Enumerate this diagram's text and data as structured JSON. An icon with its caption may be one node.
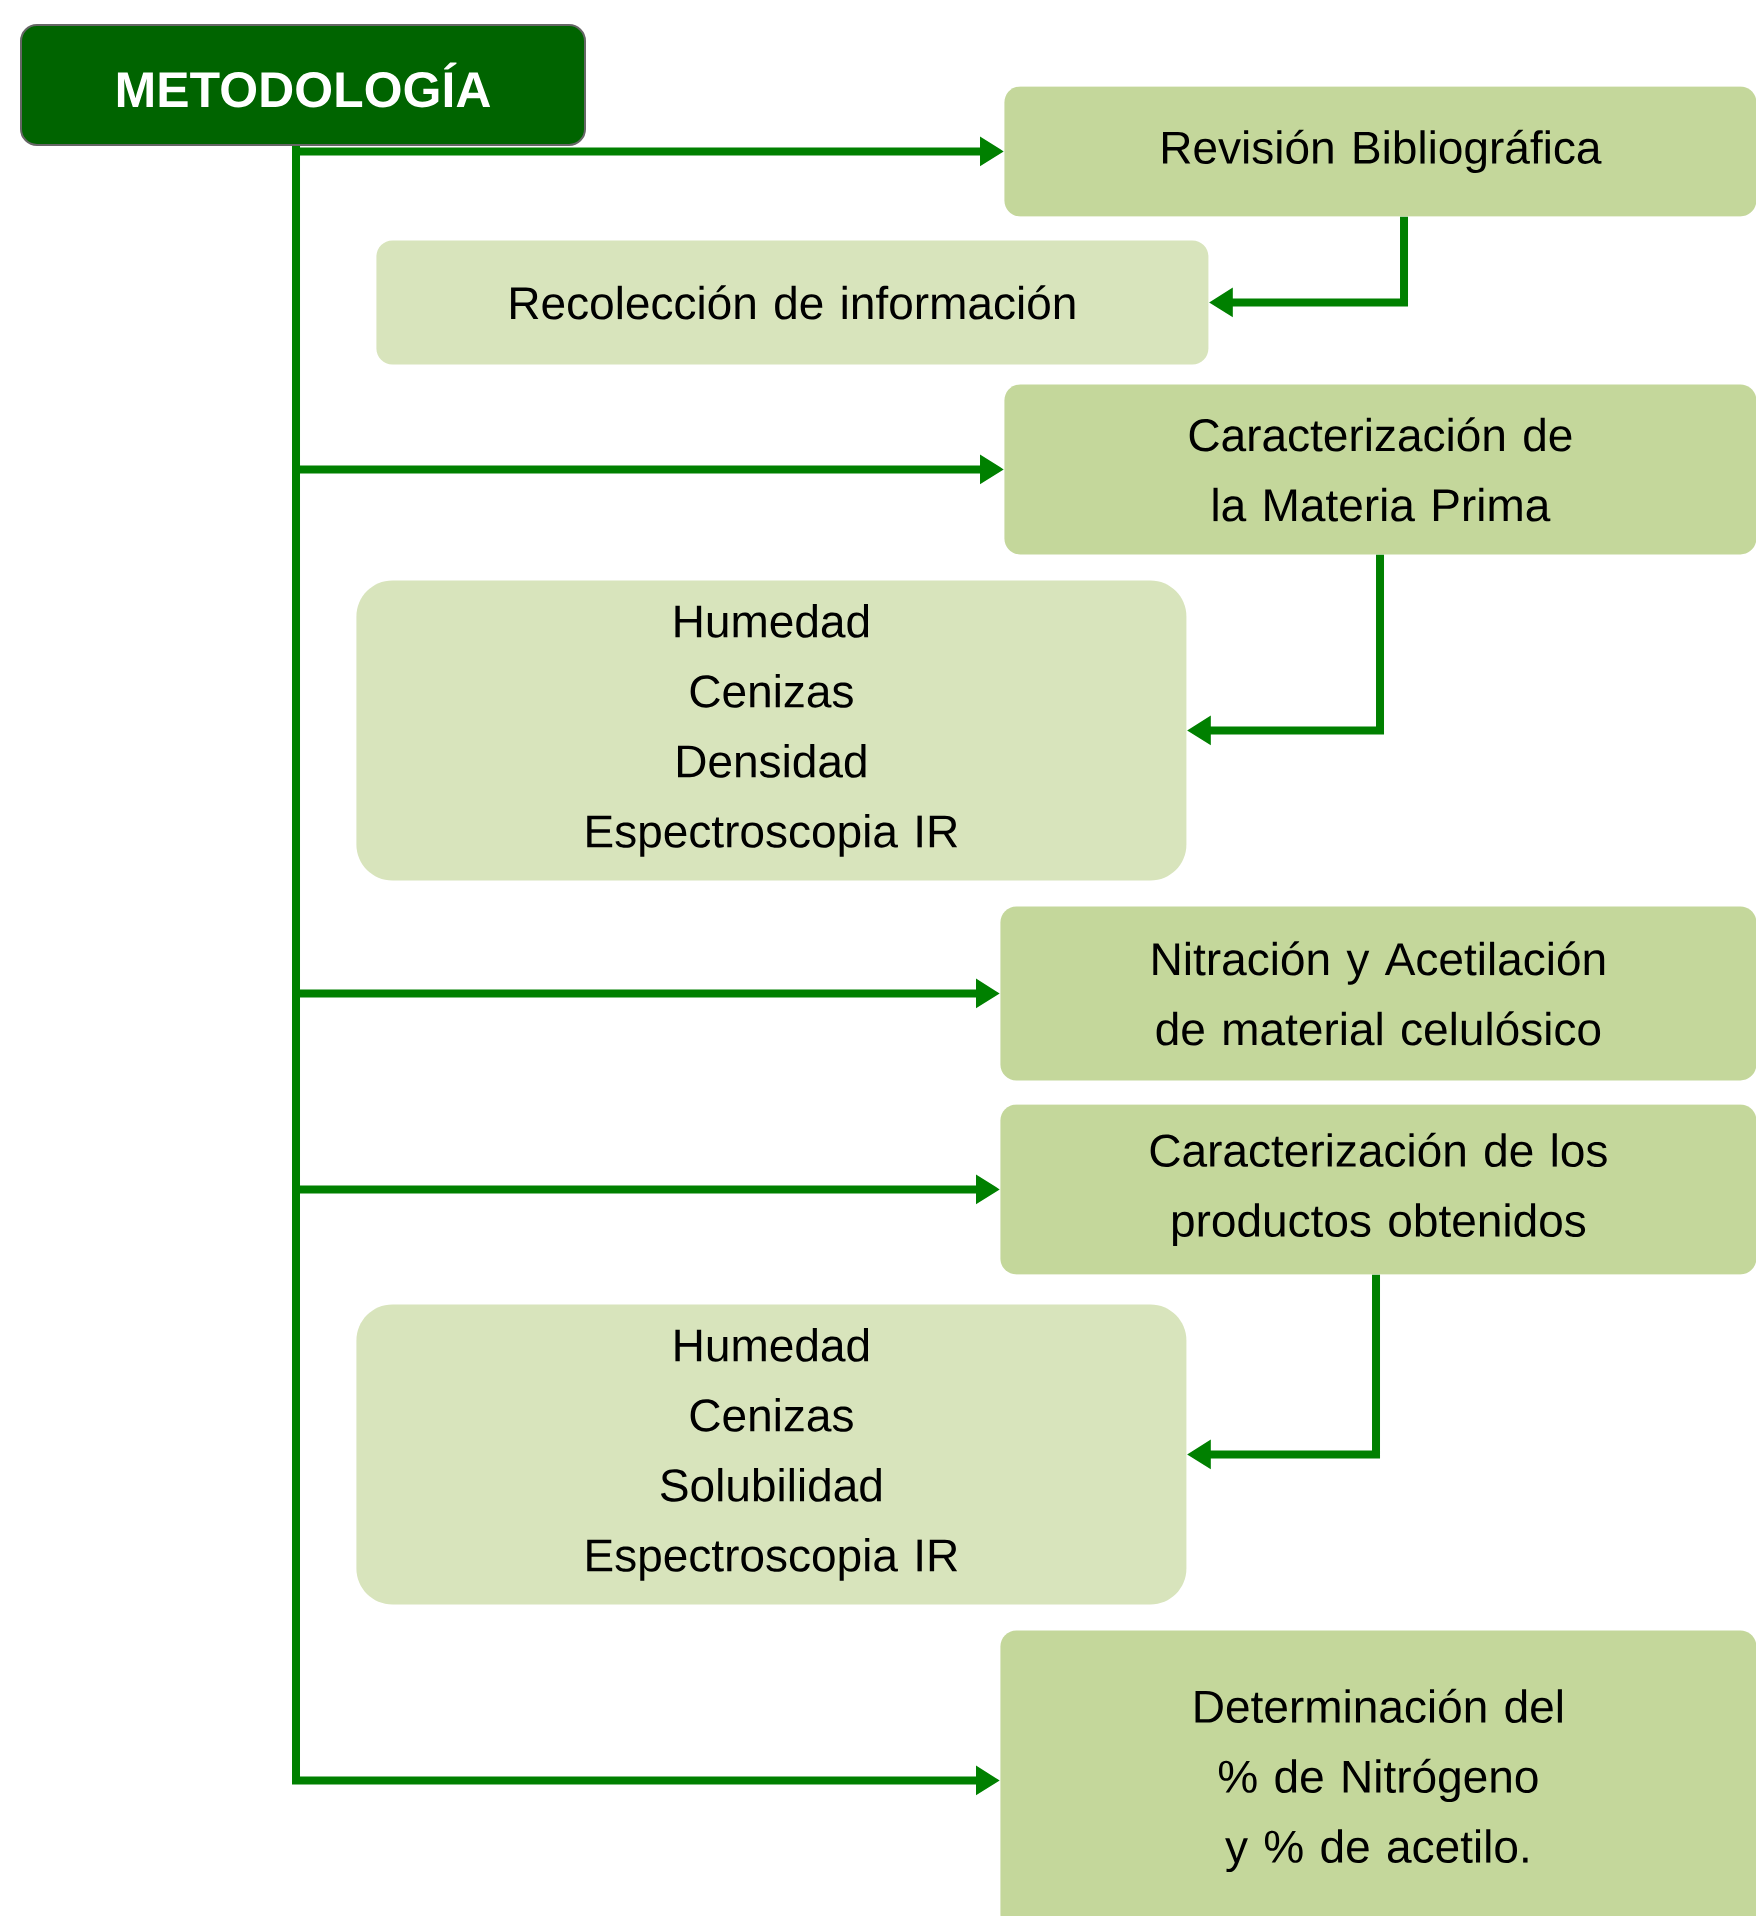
{
  "diagram": {
    "nodes": [
      {
        "text": [
          "METODOLOGÍA"
        ]
      },
      {
        "text": [
          "Revisión  Bibliográfica"
        ]
      },
      {
        "text": [
          "Recolección de información"
        ]
      },
      {
        "text": [
          "Caracterización de la Materia Prima"
        ]
      },
      {
        "text": [
          "Humedad",
          "Cenizas",
          "Densidad",
          "Espectroscopia IR"
        ]
      },
      {
        "text": [
          "Nitración y Acetilación de material celulósico"
        ]
      },
      {
        "text": [
          "Caracterización de los productos obtenidos"
        ]
      },
      {
        "text": [
          "Humedad",
          "Cenizas",
          "Solubilidad",
          "Espectroscopia IR"
        ]
      },
      {
        "text": [
          "Determinación del % de Nitrógeno y % de acetilo."
        ]
      }
    ],
    "edges": [
      {
        "from": 0,
        "to": 1,
        "arrow": "to"
      },
      {
        "from": 1,
        "to": 2,
        "arrow": "to"
      },
      {
        "from": 0,
        "to": 3,
        "arrow": "to"
      },
      {
        "from": 3,
        "to": 4,
        "arrow": "to"
      },
      {
        "from": 0,
        "to": 5,
        "arrow": "to"
      },
      {
        "from": 0,
        "to": 6,
        "arrow": "to"
      },
      {
        "from": 6,
        "to": 7,
        "arrow": "to"
      },
      {
        "from": 0,
        "to": 8,
        "arrow": "to"
      }
    ]
  }
}
